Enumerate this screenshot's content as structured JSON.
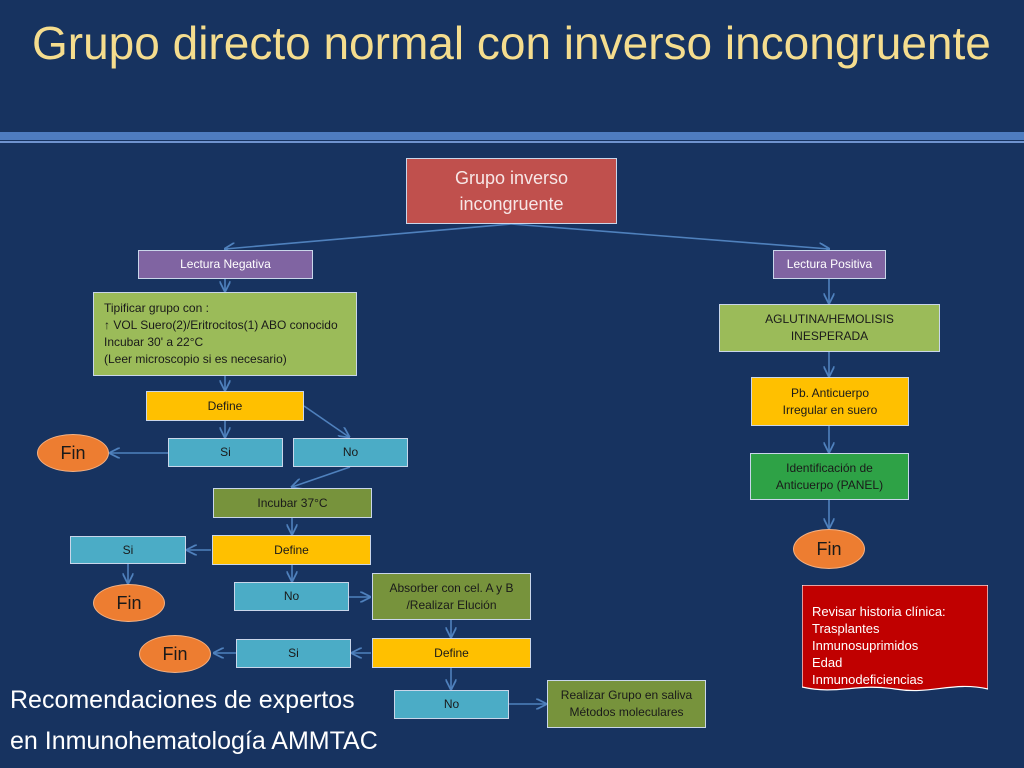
{
  "slide": {
    "title": "Grupo directo normal con inverso incongruente",
    "footer_line1": "Recomendaciones de expertos",
    "footer_line2": "en Inmunohematología AMMTAC"
  },
  "nodes": {
    "root": "Grupo inverso\nincongruente",
    "lectura_negativa": "Lectura Negativa",
    "lectura_positiva": "Lectura Positiva",
    "tipificar": "Tipificar grupo con :\n↑ VOL Suero(2)/Eritrocitos(1) ABO conocido\n      Incubar 30' a 22°C\n    (Leer microscopio si es necesario)",
    "define1": "Define",
    "si1": "Si",
    "no1": "No",
    "fin1": "Fin",
    "incubar37": "Incubar 37°C",
    "si2": "Si",
    "define2": "Define",
    "fin2": "Fin",
    "no2": "No",
    "absorber": "Absorber con cel. A y B\n/Realizar Elución",
    "fin3": "Fin",
    "si3": "Si",
    "define3": "Define",
    "no3": "No",
    "saliva": "Realizar Grupo en saliva\nMétodos moleculares",
    "aglutina": "AGLUTINA/HEMOLISIS\nINESPERADA",
    "anticuerpo": "Pb. Anticuerpo\nIrregular en suero",
    "identificacion": "Identificación de\nAnticuerpo (PANEL)",
    "fin4": "Fin",
    "nota": "Revisar historia clínica:\nTrasplantes\nInmunosuprimidos\nEdad\nInmunodeficiencias"
  },
  "colors": {
    "background": "#173360",
    "title": "#F5DD8E",
    "root": "#C0504D",
    "lectura": "#8064A2",
    "tipificar": "#9BBB59",
    "define": "#FFC000",
    "si_no": "#4BACC6",
    "fin": "#ED7D31",
    "incubar": "#77933C",
    "identificacion": "#2EA246",
    "nota": "#C00000",
    "connector": "#4F81BD"
  }
}
